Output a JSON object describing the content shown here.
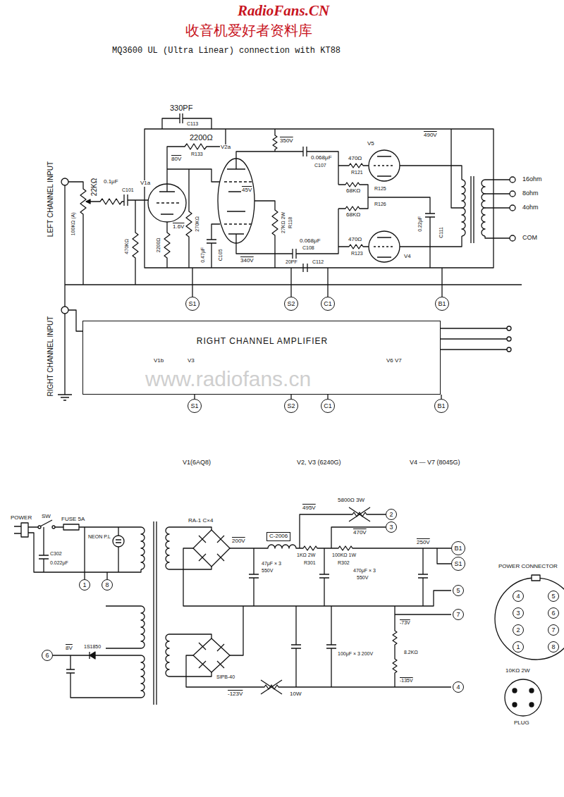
{
  "diagram": {
    "nodes": [
      {
        "text": [
          "RIGHT CHANNEL AMPLIFIER",
          "V1b",
          "V3",
          "V6 V7"
        ]
      },
      {
        "text": [
          "S1"
        ]
      },
      {
        "text": [
          "S2"
        ]
      },
      {
        "text": [
          "C1"
        ]
      },
      {
        "text": [
          "B1"
        ]
      },
      {
        "text": [
          "S1"
        ]
      },
      {
        "text": [
          "S2"
        ]
      },
      {
        "text": [
          "C1"
        ]
      },
      {
        "text": [
          "B1"
        ]
      },
      {
        "text": [
          "C-2006"
        ]
      },
      {
        "text": [
          "2"
        ]
      },
      {
        "text": [
          "3"
        ]
      },
      {
        "text": [
          "B1"
        ]
      },
      {
        "text": [
          "S1"
        ]
      },
      {
        "text": [
          "5"
        ]
      },
      {
        "text": [
          "7"
        ]
      },
      {
        "text": [
          "4"
        ]
      },
      {
        "text": [
          "1"
        ]
      },
      {
        "text": [
          "8"
        ]
      },
      {
        "text": [
          "6"
        ]
      },
      {
        "text": [
          "4"
        ]
      },
      {
        "text": [
          "5"
        ]
      },
      {
        "text": [
          "3"
        ]
      },
      {
        "text": [
          "6"
        ]
      },
      {
        "text": [
          "2"
        ]
      },
      {
        "text": [
          "7"
        ]
      },
      {
        "text": [
          "1"
        ]
      },
      {
        "text": [
          "8"
        ]
      }
    ],
    "labels": [
      "RadioFans.CN",
      "收音机爱好者资料库",
      "MQ3600 UL (Ultra Linear) connection with KT88",
      "LEFT CHANNEL INPUT",
      "RIGHT CHANNEL INPUT",
      "330PF",
      "C113",
      "2200Ω",
      "R133",
      "0.1μF",
      "C101",
      "22KΩ",
      "100KΩ (A)",
      "470KΩ",
      "V1a",
      "80V",
      "1.6V",
      "2200Ω",
      "270KΩ",
      "0.47μF",
      "C105",
      "V2a",
      "45V",
      "340V",
      "350V",
      "27KΩ 2W",
      "R118",
      "0.068μF",
      "C107",
      "0.068μF",
      "C108",
      "20PF",
      "C112",
      "V5",
      "470Ω",
      "R121",
      "68KΩ",
      "R125",
      "68KΩ",
      "R126",
      "470Ω",
      "R123",
      "V4",
      "490V",
      "0.22μF",
      "C111",
      "16ohm",
      "8ohm",
      "4ohm",
      "COM",
      "www.radiofans.cn",
      "V1(6AQ8)",
      "V2, V3 (6240G)",
      "V4 — V7 (8045G)",
      "POWER",
      "SW",
      "FUSE 5A",
      "NEON P.L",
      "C302",
      "0.022μF",
      "RA-1 C×4",
      "200V",
      "495V",
      "5800Ω 3W",
      "470V",
      "1KΩ 2W",
      "R301",
      "100KΩ 1W",
      "R302",
      "250V",
      "47μF × 3",
      "550V",
      "470μF × 3",
      "550V",
      "100μF × 3 200V",
      "8.2KΩ",
      "-135V",
      "-73V",
      "-123V",
      "10W",
      "SIPB-40",
      "8V",
      "1S1850",
      "POWER CONNECTOR",
      "10KΩ 2W",
      "PLUG"
    ]
  }
}
